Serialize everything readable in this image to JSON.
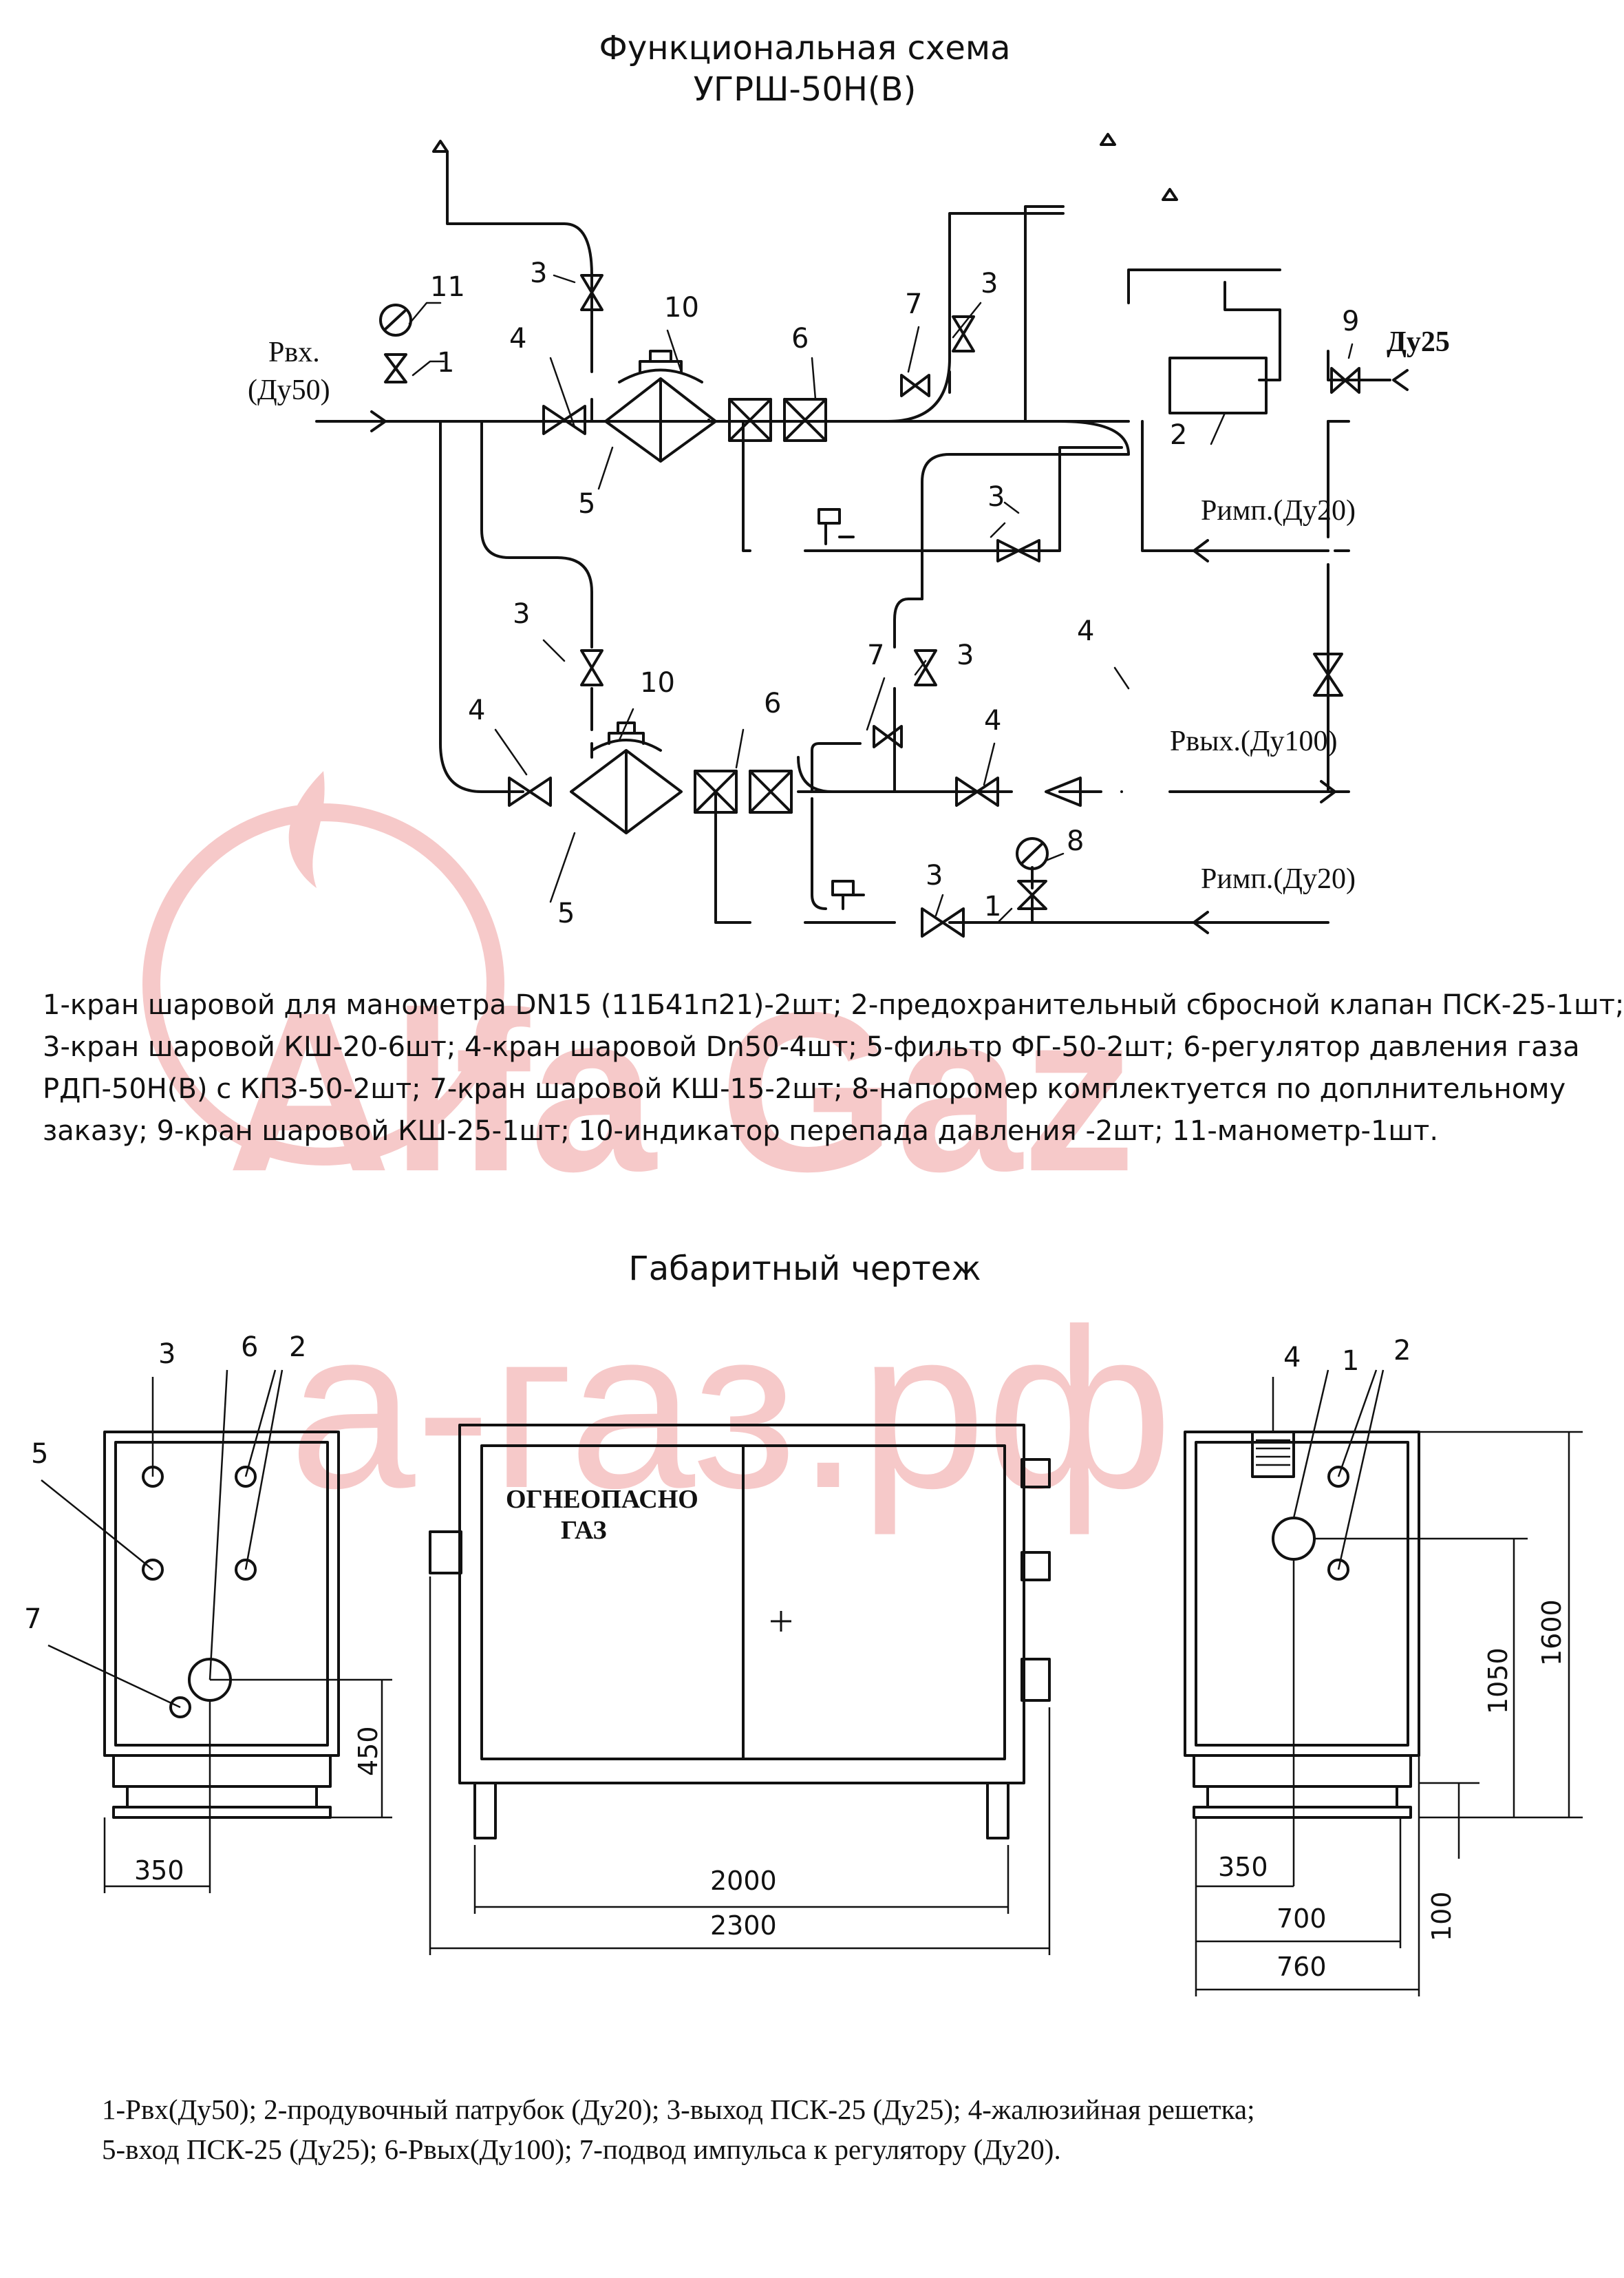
{
  "watermark": {
    "brand_color": "#f6c9c9",
    "text_lower": "а-газ.рф",
    "text_upper": "Аlfa Gaz"
  },
  "scheme": {
    "title_line1": "Функциональная схема",
    "title_line2": "УГРШ-50Н(В)",
    "labels": {
      "inlet": "Рвх.",
      "inlet_dn": "(Ду50)",
      "dn25": "Ду25",
      "imp_top": "Римп.(Ду20)",
      "outlet": "Рвых.(Ду100)",
      "imp_bottom": "Римп.(Ду20)"
    },
    "numbers": [
      "1",
      "2",
      "3",
      "4",
      "5",
      "6",
      "7",
      "8",
      "9",
      "10",
      "11"
    ],
    "legend_lines": [
      "1-кран шаровой для манометра DN15 (11Б41п21)-2шт; 2-предохранительный сбросной клапан ПСК-25-1шт;",
      "3-кран шаровой КШ-20-6шт; 4-кран шаровой Dn50-4шт; 5-фильтр ФГ-50-2шт; 6-регулятор давления газа",
      "РДП-50Н(В) с КПЗ-50-2шт; 7-кран шаровой КШ-15-2шт; 8-напоромер комплектуется по доплнительному",
      "заказу; 9-кран шаровой КШ-25-1шт; 10-индикатор перепада давления -2шт; 11-манометр-1шт."
    ]
  },
  "drawing": {
    "title": "Габаритный чертеж",
    "door_text_line1": "ОГНЕОПАСНО",
    "door_text_line2": "ГАЗ",
    "callouts_left": [
      "3",
      "6",
      "2",
      "5",
      "7"
    ],
    "callouts_right": [
      "4",
      "1",
      "2"
    ],
    "dims": {
      "d450": "450",
      "d350_left": "350",
      "d2000": "2000",
      "d2300": "2300",
      "d1600": "1600",
      "d1050": "1050",
      "d100": "100",
      "d350_right": "350",
      "d700": "700",
      "d760": "760"
    },
    "legend_lines": [
      "1-Рвх(Ду50); 2-продувочный патрубок (Ду20); 3-выход ПСК-25 (Ду25); 4-жалюзийная решетка;",
      "5-вход ПСК-25 (Ду25); 6-Рвых(Ду100); 7-подвод импульса к регулятору (Ду20)."
    ]
  }
}
